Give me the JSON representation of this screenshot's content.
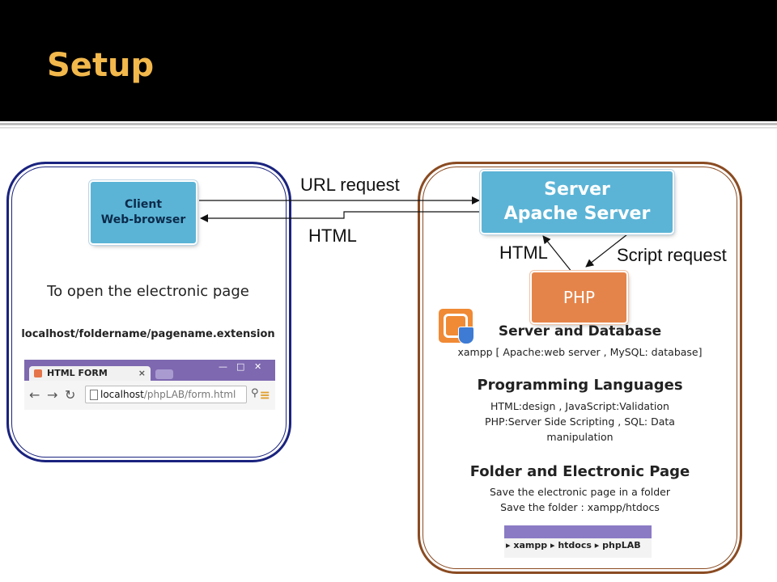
{
  "slide": {
    "title": "Setup"
  },
  "diagram": {
    "client_box": {
      "line1": "Client",
      "line2": "Web-browser"
    },
    "server_box": {
      "line1": "Server",
      "line2": "Apache Server"
    },
    "php_box": {
      "label": "PHP"
    },
    "edges": {
      "url_request": "URL request",
      "html_response": "HTML",
      "php_html": "HTML",
      "script_request": "Script request"
    }
  },
  "left_panel": {
    "open_text": "To open the electronic page",
    "url_pattern": "localhost/foldername/pagename.extension",
    "browser": {
      "tab_title": "HTML FORM",
      "tab_close": "×",
      "url_host": "localhost",
      "url_path": "/phpLAB/form.html",
      "menu_icon": "menu-icon"
    }
  },
  "right_panel": {
    "sections": [
      {
        "title": "Server and Database",
        "lines": [
          "xampp [ Apache:web server , MySQL: database]"
        ]
      },
      {
        "title": "Programming Languages",
        "lines": [
          "HTML:design , JavaScript:Validation",
          "PHP:Server Side Scripting , SQL: Data",
          "manipulation"
        ]
      },
      {
        "title": "Folder and Electronic Page",
        "lines": [
          "Save the electronic page in a folder",
          "Save the folder : xampp/htdocs"
        ]
      }
    ],
    "folder_path": [
      "xampp",
      "htdocs",
      "phpLAB"
    ]
  },
  "colors": {
    "title": "#f2b84b",
    "header_bg": "#000000",
    "blue_box": "#5bb4d6",
    "php_box": "#e5844a",
    "left_border": "#1a237e",
    "right_border": "#8a4b22"
  }
}
